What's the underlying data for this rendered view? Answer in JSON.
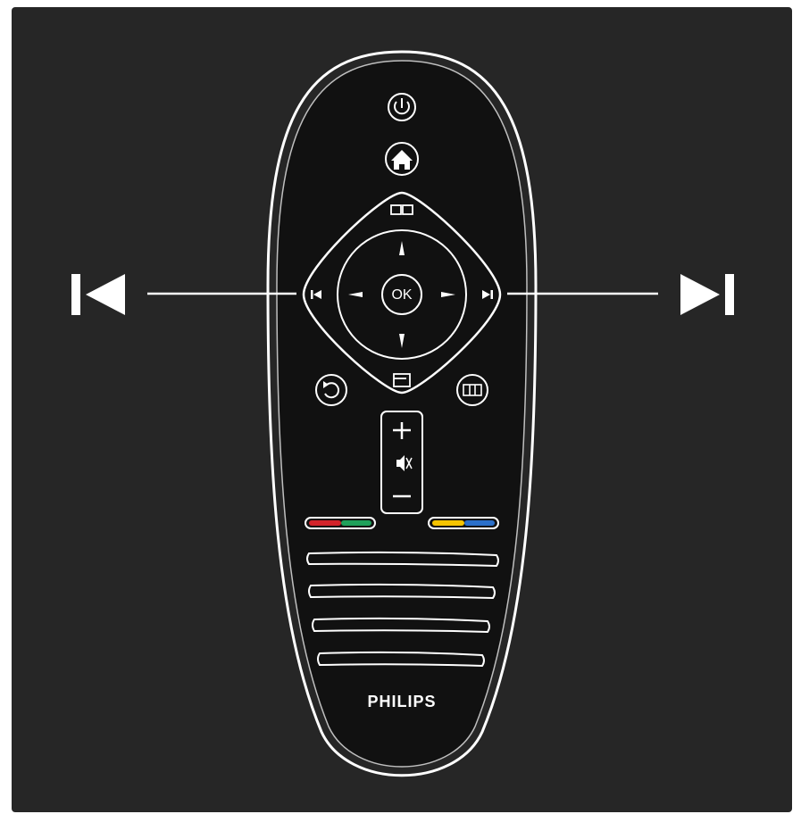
{
  "remote": {
    "brand": "PHILIPS",
    "ok_label": "OK"
  },
  "buttons": {
    "power": "power-icon",
    "home": "home-icon",
    "guide": "book-icon",
    "options": "options-icon",
    "back": "back-icon",
    "format": "format-icon",
    "previous": "skip-previous-icon",
    "next": "skip-next-icon",
    "volume": "volume-rocker",
    "mute": "mute-icon"
  },
  "callouts": {
    "left": "skip-previous-icon",
    "right": "skip-next-icon"
  },
  "colors": {
    "background": "#262626",
    "line": "#ffffff",
    "red_key": "#d2232a",
    "green_key": "#1fa05a",
    "yellow_key": "#f5c400",
    "blue_key": "#2a6fc9"
  }
}
